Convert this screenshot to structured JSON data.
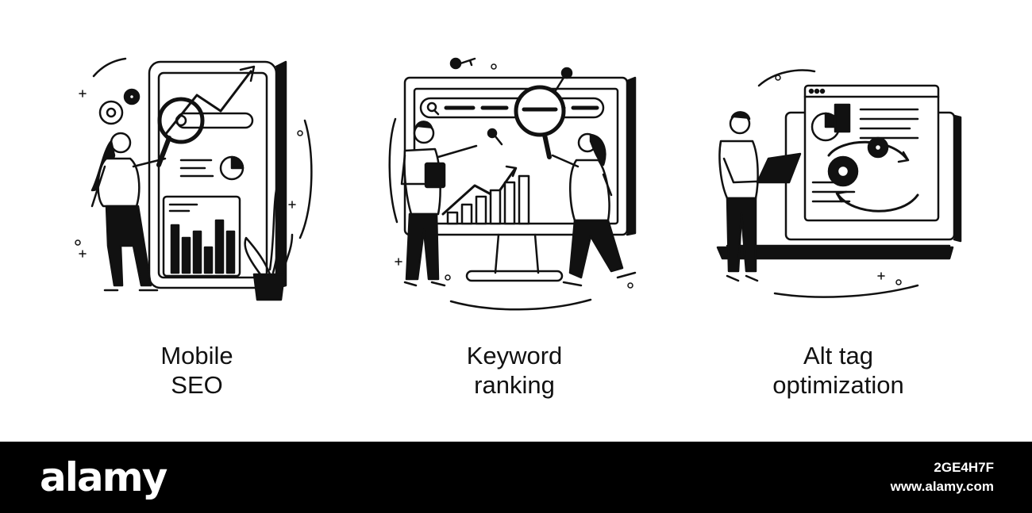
{
  "panels": [
    {
      "caption_line1": "Mobile",
      "caption_line2": "SEO",
      "icon": "mobile-seo-illustration"
    },
    {
      "caption_line1": "Keyword",
      "caption_line2": "ranking",
      "icon": "keyword-ranking-illustration"
    },
    {
      "caption_line1": "Alt tag",
      "caption_line2": "optimization",
      "icon": "alt-tag-optimization-illustration"
    }
  ],
  "footer": {
    "brand": "alamy",
    "image_id": "2GE4H7F",
    "site": "www.alamy.com"
  },
  "colors": {
    "ink": "#111111",
    "background": "#ffffff",
    "footer": "#000000"
  }
}
